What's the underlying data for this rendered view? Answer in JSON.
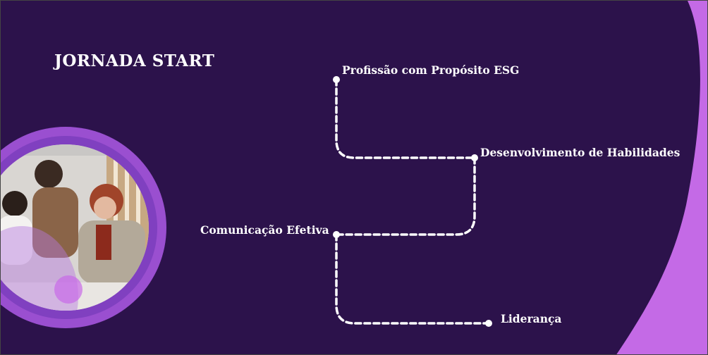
{
  "slide": {
    "title": "JORNADA START",
    "steps": [
      {
        "label": "Profissão com Propósito ESG"
      },
      {
        "label": "Desenvolvimento de Habilidades"
      },
      {
        "label": "Comunicação Efetiva"
      },
      {
        "label": "Liderança"
      }
    ],
    "photo_description": "photo-of-people-working-at-laptop"
  },
  "colors": {
    "background": "#2c124b",
    "accent": "#c46ae6",
    "path": "#ffffff"
  }
}
